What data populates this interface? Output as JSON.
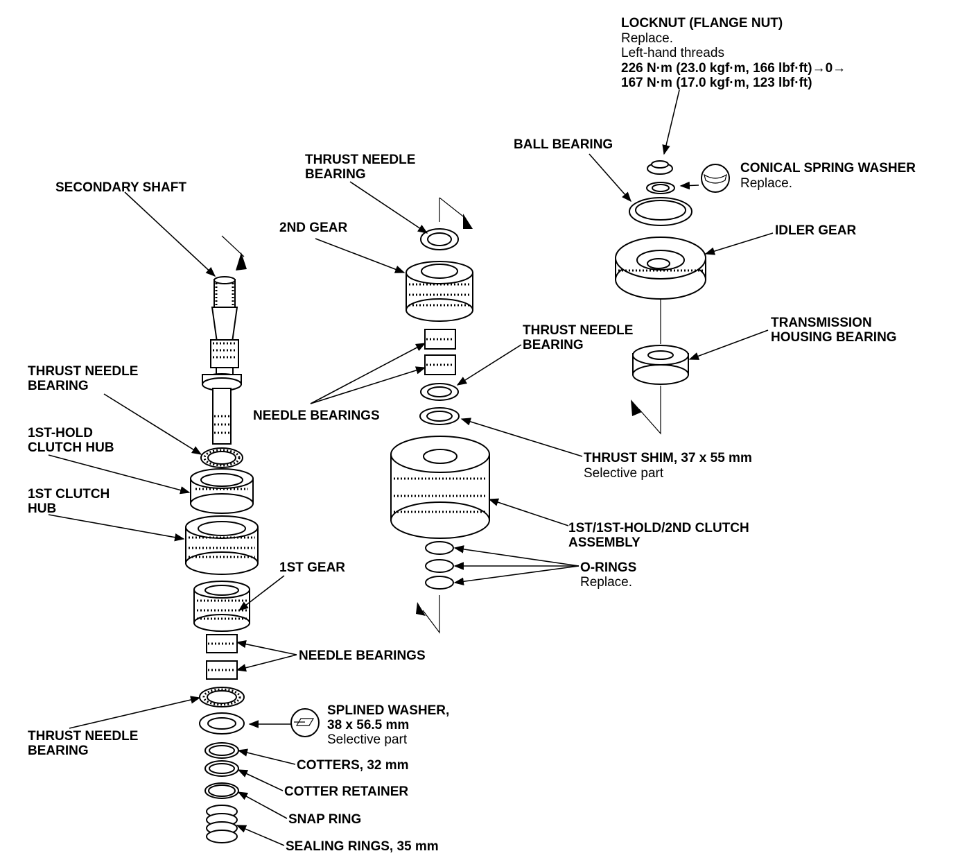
{
  "labels": {
    "locknut": {
      "name": "LOCKNUT (FLANGE NUT)",
      "note1": "Replace.",
      "note2": "Left-hand threads",
      "torque1": "226 N·m (23.0 kgf·m, 166 lbf·ft)→0→",
      "torque2": "167 N·m (17.0 kgf·m, 123 lbf·ft)"
    },
    "ball_bearing": "BALL BEARING",
    "conical_spring_washer": {
      "name": "CONICAL SPRING WASHER",
      "note": "Replace."
    },
    "idler_gear": "IDLER GEAR",
    "transmission_housing_bearing": {
      "line1": "TRANSMISSION",
      "line2": "HOUSING BEARING"
    },
    "thrust_needle_bearing_top": {
      "line1": "THRUST NEEDLE",
      "line2": "BEARING"
    },
    "second_gear": "2ND GEAR",
    "secondary_shaft": "SECONDARY SHAFT",
    "thrust_needle_bearing_mid": {
      "line1": "THRUST NEEDLE",
      "line2": "BEARING"
    },
    "needle_bearings_mid": "NEEDLE BEARINGS",
    "thrust_shim": {
      "name": "THRUST SHIM, 37 x 55 mm",
      "note": "Selective part"
    },
    "clutch_assembly": {
      "line1": "1ST/1ST-HOLD/2ND CLUTCH",
      "line2": "ASSEMBLY"
    },
    "o_rings": {
      "name": "O-RINGS",
      "note": "Replace."
    },
    "thrust_needle_bearing_left": {
      "line1": "THRUST NEEDLE",
      "line2": "BEARING"
    },
    "first_hold_clutch_hub": {
      "line1": "1ST-HOLD",
      "line2": "CLUTCH HUB"
    },
    "first_clutch_hub": {
      "line1": "1ST CLUTCH",
      "line2": "HUB"
    },
    "first_gear": "1ST GEAR",
    "needle_bearings_low": "NEEDLE BEARINGS",
    "thrust_needle_bearing_low": {
      "line1": "THRUST NEEDLE",
      "line2": "BEARING"
    },
    "splined_washer": {
      "line1": "SPLINED WASHER,",
      "line2": "38 x 56.5 mm",
      "note": "Selective part"
    },
    "cotters": "COTTERS, 32 mm",
    "cotter_retainer": "COTTER RETAINER",
    "snap_ring": "SNAP RING",
    "sealing_rings": "SEALING RINGS, 35 mm"
  }
}
